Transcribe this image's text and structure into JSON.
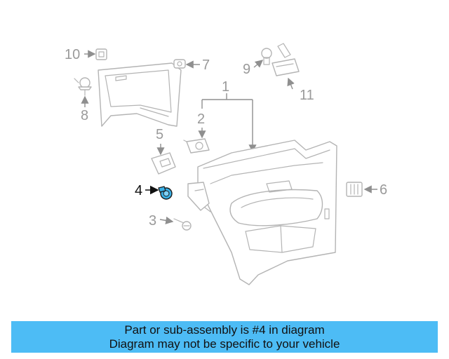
{
  "diagram": {
    "callouts": [
      {
        "id": "1",
        "label": "1"
      },
      {
        "id": "2",
        "label": "2"
      },
      {
        "id": "3",
        "label": "3"
      },
      {
        "id": "4",
        "label": "4",
        "highlighted": true
      },
      {
        "id": "5",
        "label": "5"
      },
      {
        "id": "6",
        "label": "6"
      },
      {
        "id": "7",
        "label": "7"
      },
      {
        "id": "8",
        "label": "8"
      },
      {
        "id": "9",
        "label": "9"
      },
      {
        "id": "10",
        "label": "10"
      },
      {
        "id": "11",
        "label": "11"
      }
    ],
    "highlight_color": "#3ab0e6",
    "line_color": "#b4b4b4"
  },
  "banner": {
    "line1": "Part or sub-assembly is #4 in diagram",
    "line2": "Diagram may not be specific to your vehicle",
    "background": "#4dbcf5"
  }
}
